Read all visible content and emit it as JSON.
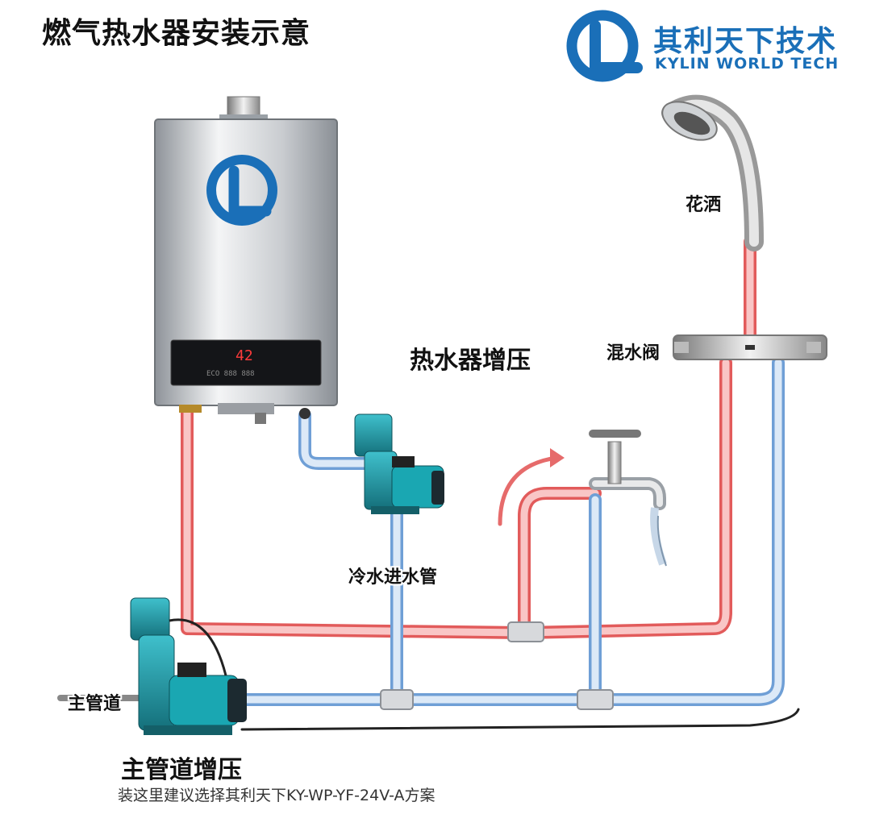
{
  "header": {
    "title": "燃气热水器安装示意",
    "brand_cn": "其利天下技术",
    "brand_en": "KYLIN WORLD TECH"
  },
  "heater": {
    "display_temp": "42",
    "display_text": "ECO 888 888"
  },
  "labels": {
    "shower": "花洒",
    "mixer_valve": "混水阀",
    "heater_boost": "热水器增压",
    "cold_inlet": "冷水进水管",
    "main_pipe": "主管道",
    "main_boost": "主管道增压",
    "recommendation": "装这里建议选择其利天下KY-WP-YF-24V-A方案"
  },
  "colors": {
    "hot_pipe": "#f4a6a6",
    "hot_pipe_edge": "#e25b5b",
    "cold_pipe": "#cfe0f3",
    "cold_pipe_edge": "#6f9fd6",
    "pump_body": "#1f9aa6",
    "brand_blue": "#1a6fb8"
  }
}
